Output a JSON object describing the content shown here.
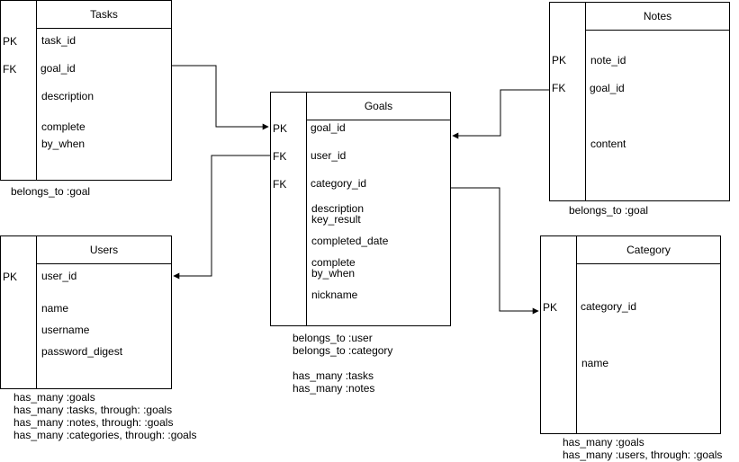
{
  "tasks": {
    "title": "Tasks",
    "keys": [
      "PK",
      "FK"
    ],
    "fields": [
      "task_id",
      "goal_id",
      "description",
      "complete\nby_when"
    ],
    "notes": "belongs_to :goal"
  },
  "notes": {
    "title": "Notes",
    "keys": [
      "PK",
      "FK"
    ],
    "fields": [
      "note_id",
      "goal_id",
      "content"
    ],
    "notes": "belongs_to :goal"
  },
  "goals": {
    "title": "Goals",
    "keys": [
      "PK",
      "FK",
      "FK"
    ],
    "fields": [
      "goal_id",
      "user_id",
      "category_id",
      "description\nkey_result",
      "completed_date",
      "complete\nby_when",
      "nickname"
    ],
    "notes": "belongs_to :user\nbelongs_to :category\n\nhas_many :tasks\nhas_many :notes"
  },
  "users": {
    "title": "Users",
    "keys": [
      "PK"
    ],
    "fields": [
      "user_id",
      "name",
      "username",
      "password_digest"
    ],
    "notes": "has_many :goals\nhas_many :tasks, through: :goals\nhas_many :notes, through: :goals\nhas_many :categories, through: :goals"
  },
  "category": {
    "title": "Category",
    "keys": [
      "PK"
    ],
    "fields": [
      "category_id",
      "name"
    ],
    "notes": "has_many :goals\nhas_many :users, through: :goals"
  }
}
